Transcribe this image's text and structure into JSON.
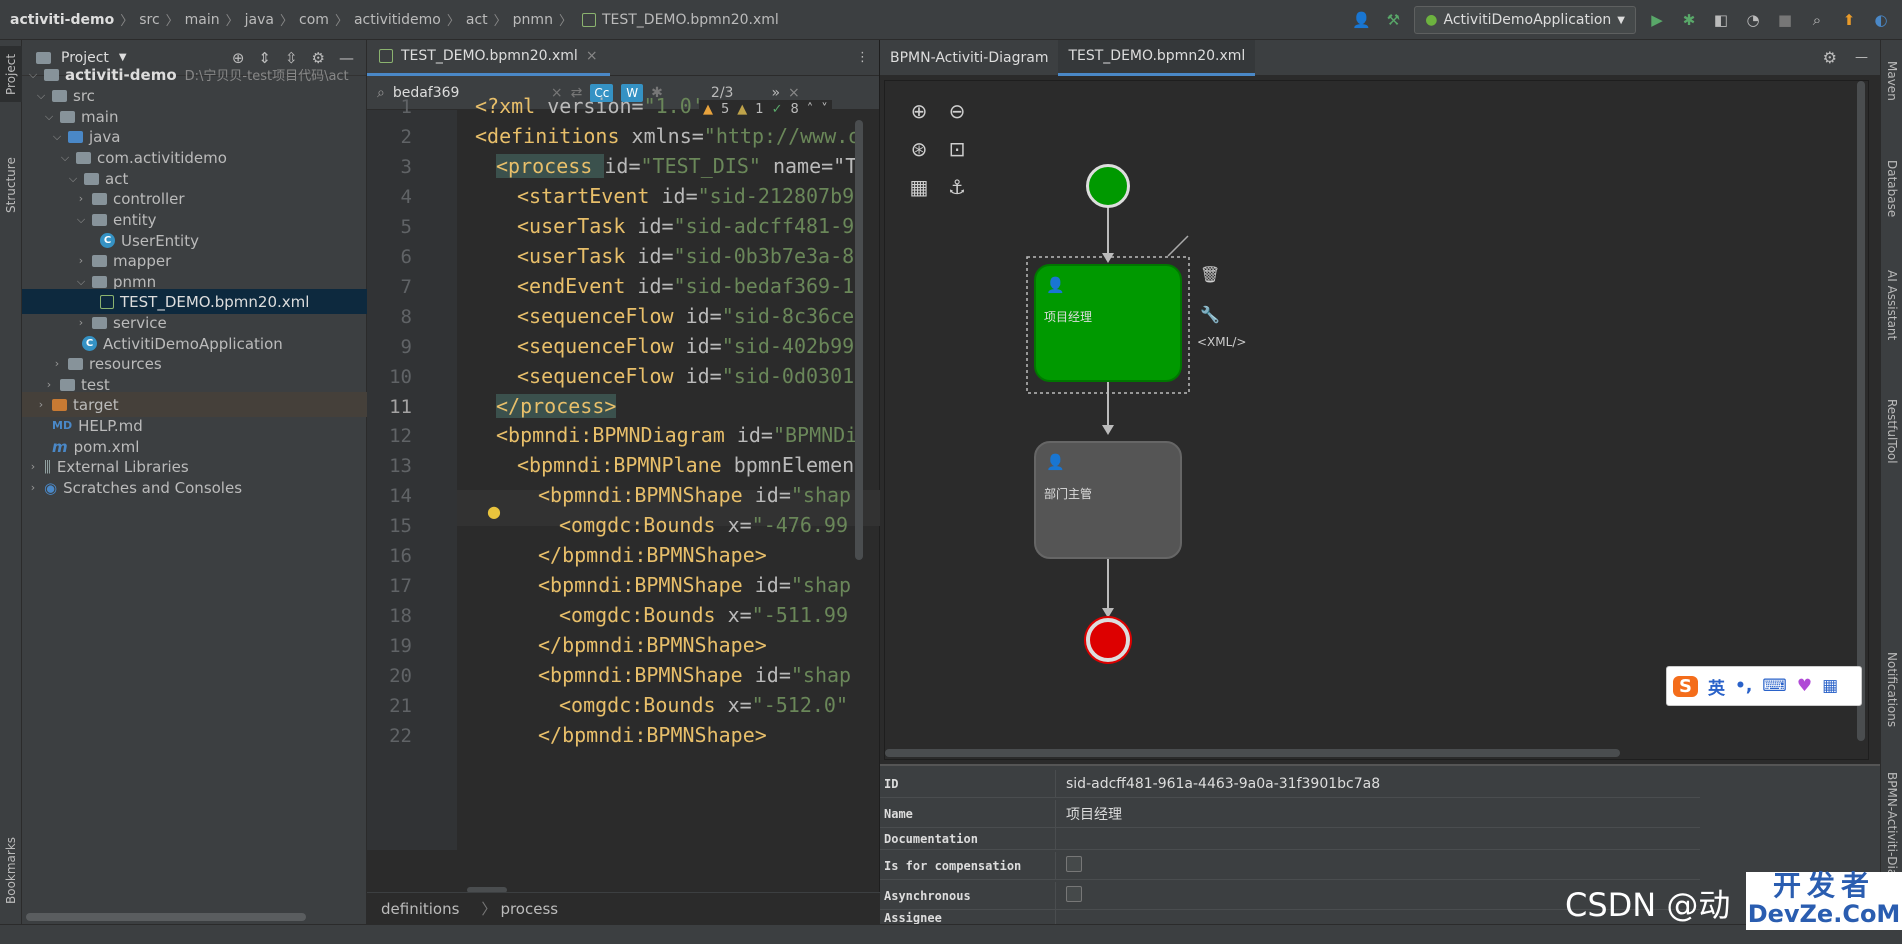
{
  "navbar": {
    "breadcrumbs": [
      "activiti-demo",
      "src",
      "main",
      "java",
      "com",
      "activitidemo",
      "act",
      "pnmn",
      "TEST_DEMO.bpmn20.xml"
    ],
    "run_config": "ActivitiDemoApplication"
  },
  "left_strip": {
    "project_tab": "Project",
    "structure_tab": "Structure",
    "bookmarks_tab": "Bookmarks"
  },
  "project": {
    "title": "Project",
    "tree": [
      {
        "label": "activiti-demo",
        "extra": "D:\\宁贝贝-test项目代码\\act"
      },
      {
        "label": "src"
      },
      {
        "label": "main"
      },
      {
        "label": "java"
      },
      {
        "label": "com.activitidemo"
      },
      {
        "label": "act"
      },
      {
        "label": "controller"
      },
      {
        "label": "entity"
      },
      {
        "label": "UserEntity"
      },
      {
        "label": "mapper"
      },
      {
        "label": "pnmn"
      },
      {
        "label": "TEST_DEMO.bpmn20.xml"
      },
      {
        "label": "service"
      },
      {
        "label": "ActivitiDemoApplication"
      },
      {
        "label": "resources"
      },
      {
        "label": "test"
      },
      {
        "label": "target"
      },
      {
        "label": "HELP.md"
      },
      {
        "label": "pom.xml"
      },
      {
        "label": "External Libraries"
      },
      {
        "label": "Scratches and Consoles"
      }
    ]
  },
  "editor": {
    "tab": "TEST_DEMO.bpmn20.xml",
    "search_text": "bedaf369",
    "match_count": "2/3",
    "case_btn": "Cc",
    "word_btn": "W",
    "inspections": {
      "warn_a": "5",
      "warn_b": "1",
      "ok": "8"
    },
    "line_numbers": [
      "1",
      "2",
      "3",
      "4",
      "5",
      "6",
      "7",
      "8",
      "9",
      "10",
      "11",
      "12",
      "13",
      "14",
      "15",
      "16",
      "17",
      "18",
      "19",
      "20",
      "21",
      "22"
    ],
    "lines": [
      [
        "<?xml ",
        "version=",
        "\"1.0'",
        ""
      ],
      [
        "<definitions ",
        "xmlns=",
        "\"http://www.o",
        ""
      ],
      [
        "<process ",
        "id=",
        "\"TEST_DIS\"",
        " name=\"T"
      ],
      [
        "<startEvent ",
        "id=",
        "\"sid-212807b9",
        ""
      ],
      [
        "<userTask ",
        "id=",
        "\"sid-adcff481-9",
        ""
      ],
      [
        "<userTask ",
        "id=",
        "\"sid-0b3b7e3a-8",
        ""
      ],
      [
        "<endEvent ",
        "id=",
        "\"sid-bedaf369-1",
        ""
      ],
      [
        "<sequenceFlow ",
        "id=",
        "\"sid-8c36ce",
        ""
      ],
      [
        "<sequenceFlow ",
        "id=",
        "\"sid-402b99",
        ""
      ],
      [
        "<sequenceFlow ",
        "id=",
        "\"sid-0d0301",
        ""
      ],
      [
        "</process>",
        "",
        "",
        ""
      ],
      [
        "<bpmndi:BPMNDiagram ",
        "id=",
        "\"BPMNDi",
        ""
      ],
      [
        "<bpmndi:BPMNPlane ",
        "bpmnElemen",
        "",
        ""
      ],
      [
        "<bpmndi:BPMNShape ",
        "id=",
        "\"shap",
        ""
      ],
      [
        "<omgdc:Bounds ",
        "x=",
        "\"-476.99",
        ""
      ],
      [
        "</bpmndi:BPMNShape>",
        "",
        "",
        ""
      ],
      [
        "<bpmndi:BPMNShape ",
        "id=",
        "\"shap",
        ""
      ],
      [
        "<omgdc:Bounds ",
        "x=",
        "\"-511.99",
        ""
      ],
      [
        "</bpmndi:BPMNShape>",
        "",
        "",
        ""
      ],
      [
        "<bpmndi:BPMNShape ",
        "id=",
        "\"shap",
        ""
      ],
      [
        "<omgdc:Bounds ",
        "x=",
        "\"-512.0\"",
        ""
      ],
      [
        "</bpmndi:BPMNShape>",
        "",
        "",
        ""
      ]
    ],
    "breadcrumb_bottom": [
      "definitions",
      "process"
    ]
  },
  "diagram": {
    "tabs": [
      "BPMN-Activiti-Diagram",
      "TEST_DEMO.bpmn20.xml"
    ],
    "task1_label": "项目经理",
    "task2_label": "部门主管",
    "xml_link": "<XML/>",
    "colors": {
      "start": "#009900",
      "task_selected": "#009900",
      "task": "#555555",
      "end": "#dd0000"
    }
  },
  "properties": {
    "rows": [
      {
        "key": "ID",
        "value": "sid-adcff481-961a-4463-9a0a-31f3901bc7a8"
      },
      {
        "key": "Name",
        "value": "项目经理"
      },
      {
        "key": "Documentation",
        "value": ""
      },
      {
        "key": "Is for compensation",
        "value": ""
      },
      {
        "key": "Asynchronous",
        "value": ""
      },
      {
        "key": "Assignee",
        "value": ""
      }
    ]
  },
  "right_strip": {
    "tabs": [
      "Maven",
      "Database",
      "AI Assistant",
      "RestfulTool",
      "Notifications",
      "BPMN-Activiti-Diagram"
    ]
  },
  "ime": {
    "lang": "英"
  },
  "watermark": {
    "text": "CSDN @动",
    "brand_top": "开发者",
    "brand_bottom": "DevZe.CoM"
  }
}
